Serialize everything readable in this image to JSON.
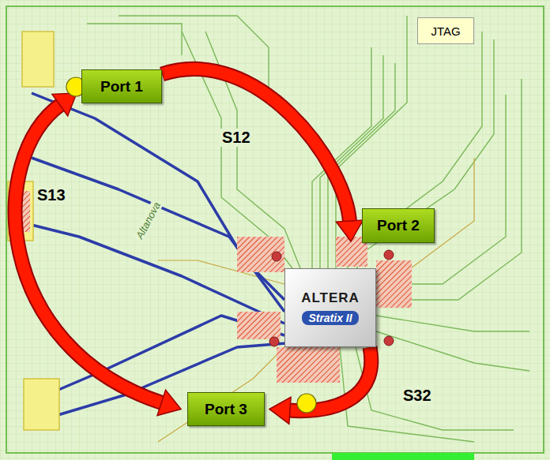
{
  "diagram": {
    "nodes": [
      {
        "text": [
          "JTAG"
        ]
      },
      {
        "text": [
          "Port 1"
        ]
      },
      {
        "text": [
          "Port 2"
        ]
      },
      {
        "text": [
          "ALTERA",
          "Stratix II"
        ]
      },
      {
        "text": [
          "Port 3"
        ]
      }
    ],
    "edges": [
      {
        "from": 1,
        "to": 2,
        "label": "S12",
        "arrow": "to"
      },
      {
        "from": 1,
        "to": 4,
        "label": "S13",
        "arrow": "both"
      },
      {
        "from": 3,
        "to": 4,
        "label": "S32",
        "arrow": "to"
      }
    ],
    "labels": [
      "Altanova"
    ]
  }
}
